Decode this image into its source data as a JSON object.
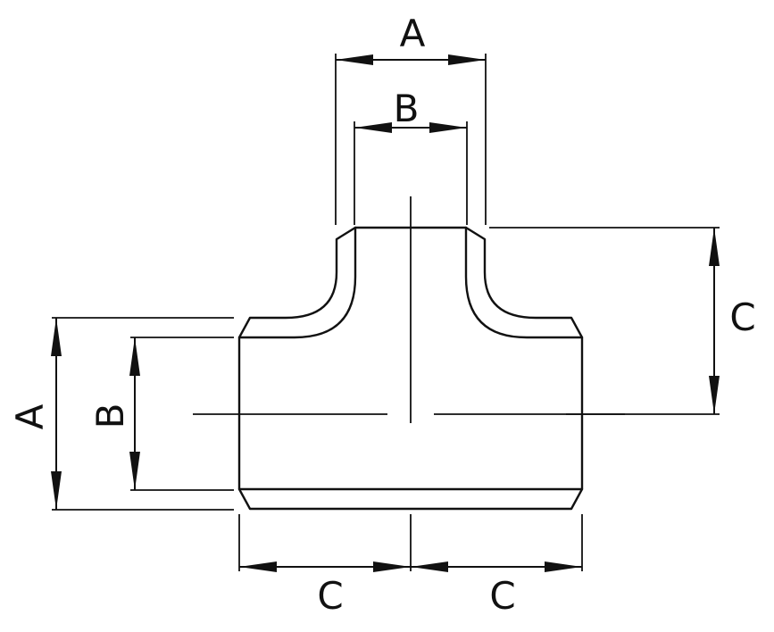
{
  "labels": {
    "top_a": "A",
    "top_b": "B",
    "right_c": "C",
    "left_a": "A",
    "left_b": "B",
    "bottom_c_left": "C",
    "bottom_c_right": "C"
  },
  "colors": {
    "line": "#111111",
    "background": "#ffffff"
  }
}
